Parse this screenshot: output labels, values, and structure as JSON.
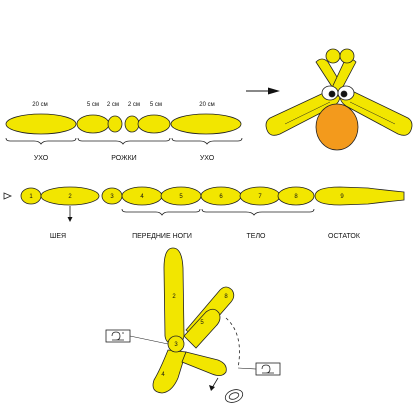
{
  "step1": {
    "segments": [
      {
        "length": "20 см"
      },
      {
        "length": "5 см"
      },
      {
        "length": "2 см"
      },
      {
        "length": "2 см"
      },
      {
        "length": "5 см"
      },
      {
        "length": "20 см"
      }
    ],
    "groups": [
      {
        "label": "УХО"
      },
      {
        "label": "РОЖКИ"
      },
      {
        "label": "УХО"
      }
    ]
  },
  "step2": {
    "bubbles": [
      "1",
      "2",
      "3",
      "4",
      "5",
      "6",
      "7",
      "8",
      "9"
    ],
    "labels": {
      "neck": "ШЕЯ",
      "front_legs": "ПЕРЕДНИЕ НОГИ",
      "body": "ТЕЛО",
      "remainder": "ОСТАТОК"
    }
  },
  "step3": {
    "bubbles": [
      "2",
      "3",
      "4",
      "5",
      "8"
    ],
    "symbols": [
      "twist-symbol",
      "twist-symbol"
    ]
  },
  "colors": {
    "balloon": "#f2e600",
    "balloon_stroke": "#222222",
    "nose": "#f39a1c",
    "arrow": "#111111"
  }
}
